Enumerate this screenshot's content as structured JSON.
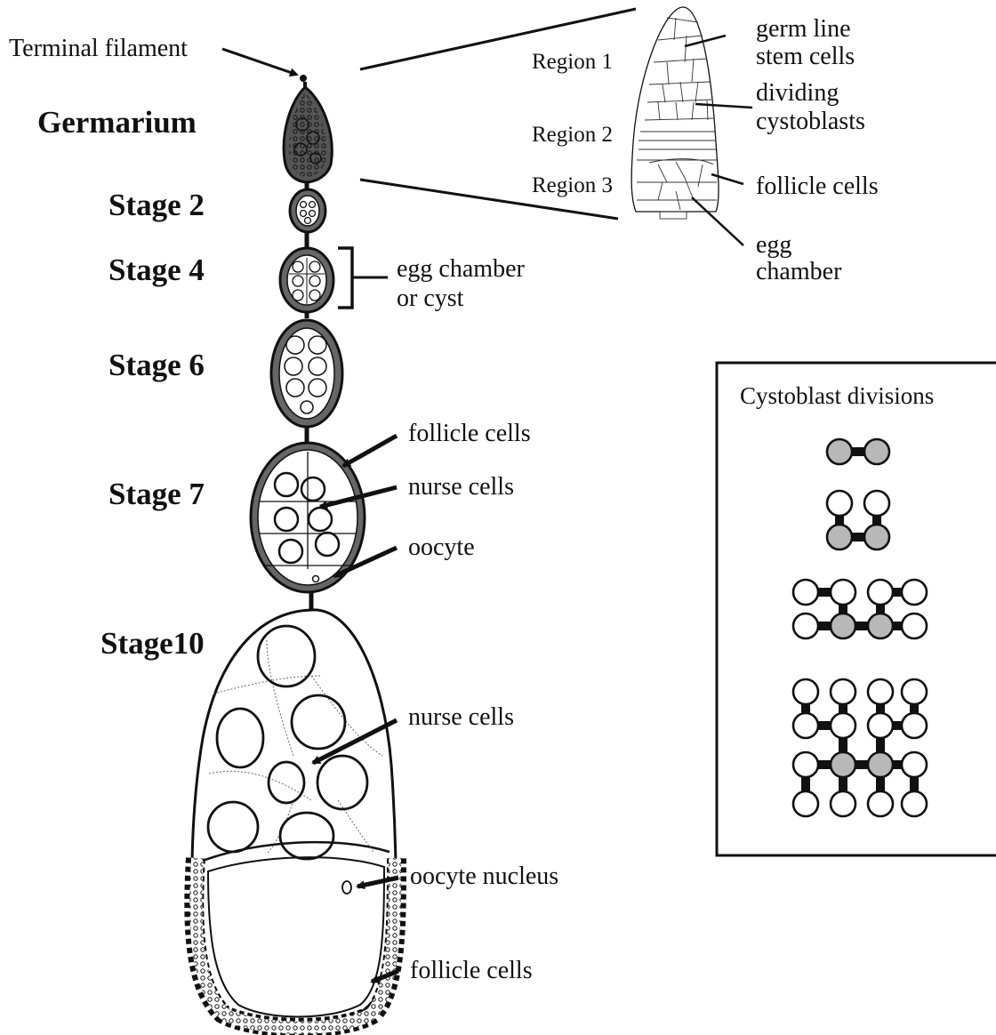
{
  "labels": {
    "terminal_filament": "Terminal filament",
    "germarium": "Germarium",
    "stage2": "Stage 2",
    "stage4": "Stage 4",
    "stage6": "Stage 6",
    "stage7": "Stage 7",
    "stage10": "Stage10"
  },
  "annotations": {
    "egg_chamber_cyst_1": "egg chamber",
    "egg_chamber_cyst_2": "or cyst",
    "follicle_cells_7": "follicle cells",
    "nurse_cells_7": "nurse cells",
    "oocyte_7": "oocyte",
    "nurse_cells_10": "nurse cells",
    "oocyte_nucleus": "oocyte nucleus",
    "follicle_cells_10": "follicle cells"
  },
  "germarium_detail": {
    "region1": "Region 1",
    "region2": "Region 2",
    "region3": "Region 3",
    "germ_line_1": "germ line",
    "germ_line_2": "stem cells",
    "dividing_1": "dividing",
    "dividing_2": "cystoblasts",
    "follicle_cells": "follicle cells",
    "egg_1": "egg",
    "egg_2": "chamber"
  },
  "cystoblast_box": {
    "title": "Cystoblast divisions"
  },
  "colors": {
    "ink": "#111111",
    "shaded_cell": "#b8b8b8"
  }
}
